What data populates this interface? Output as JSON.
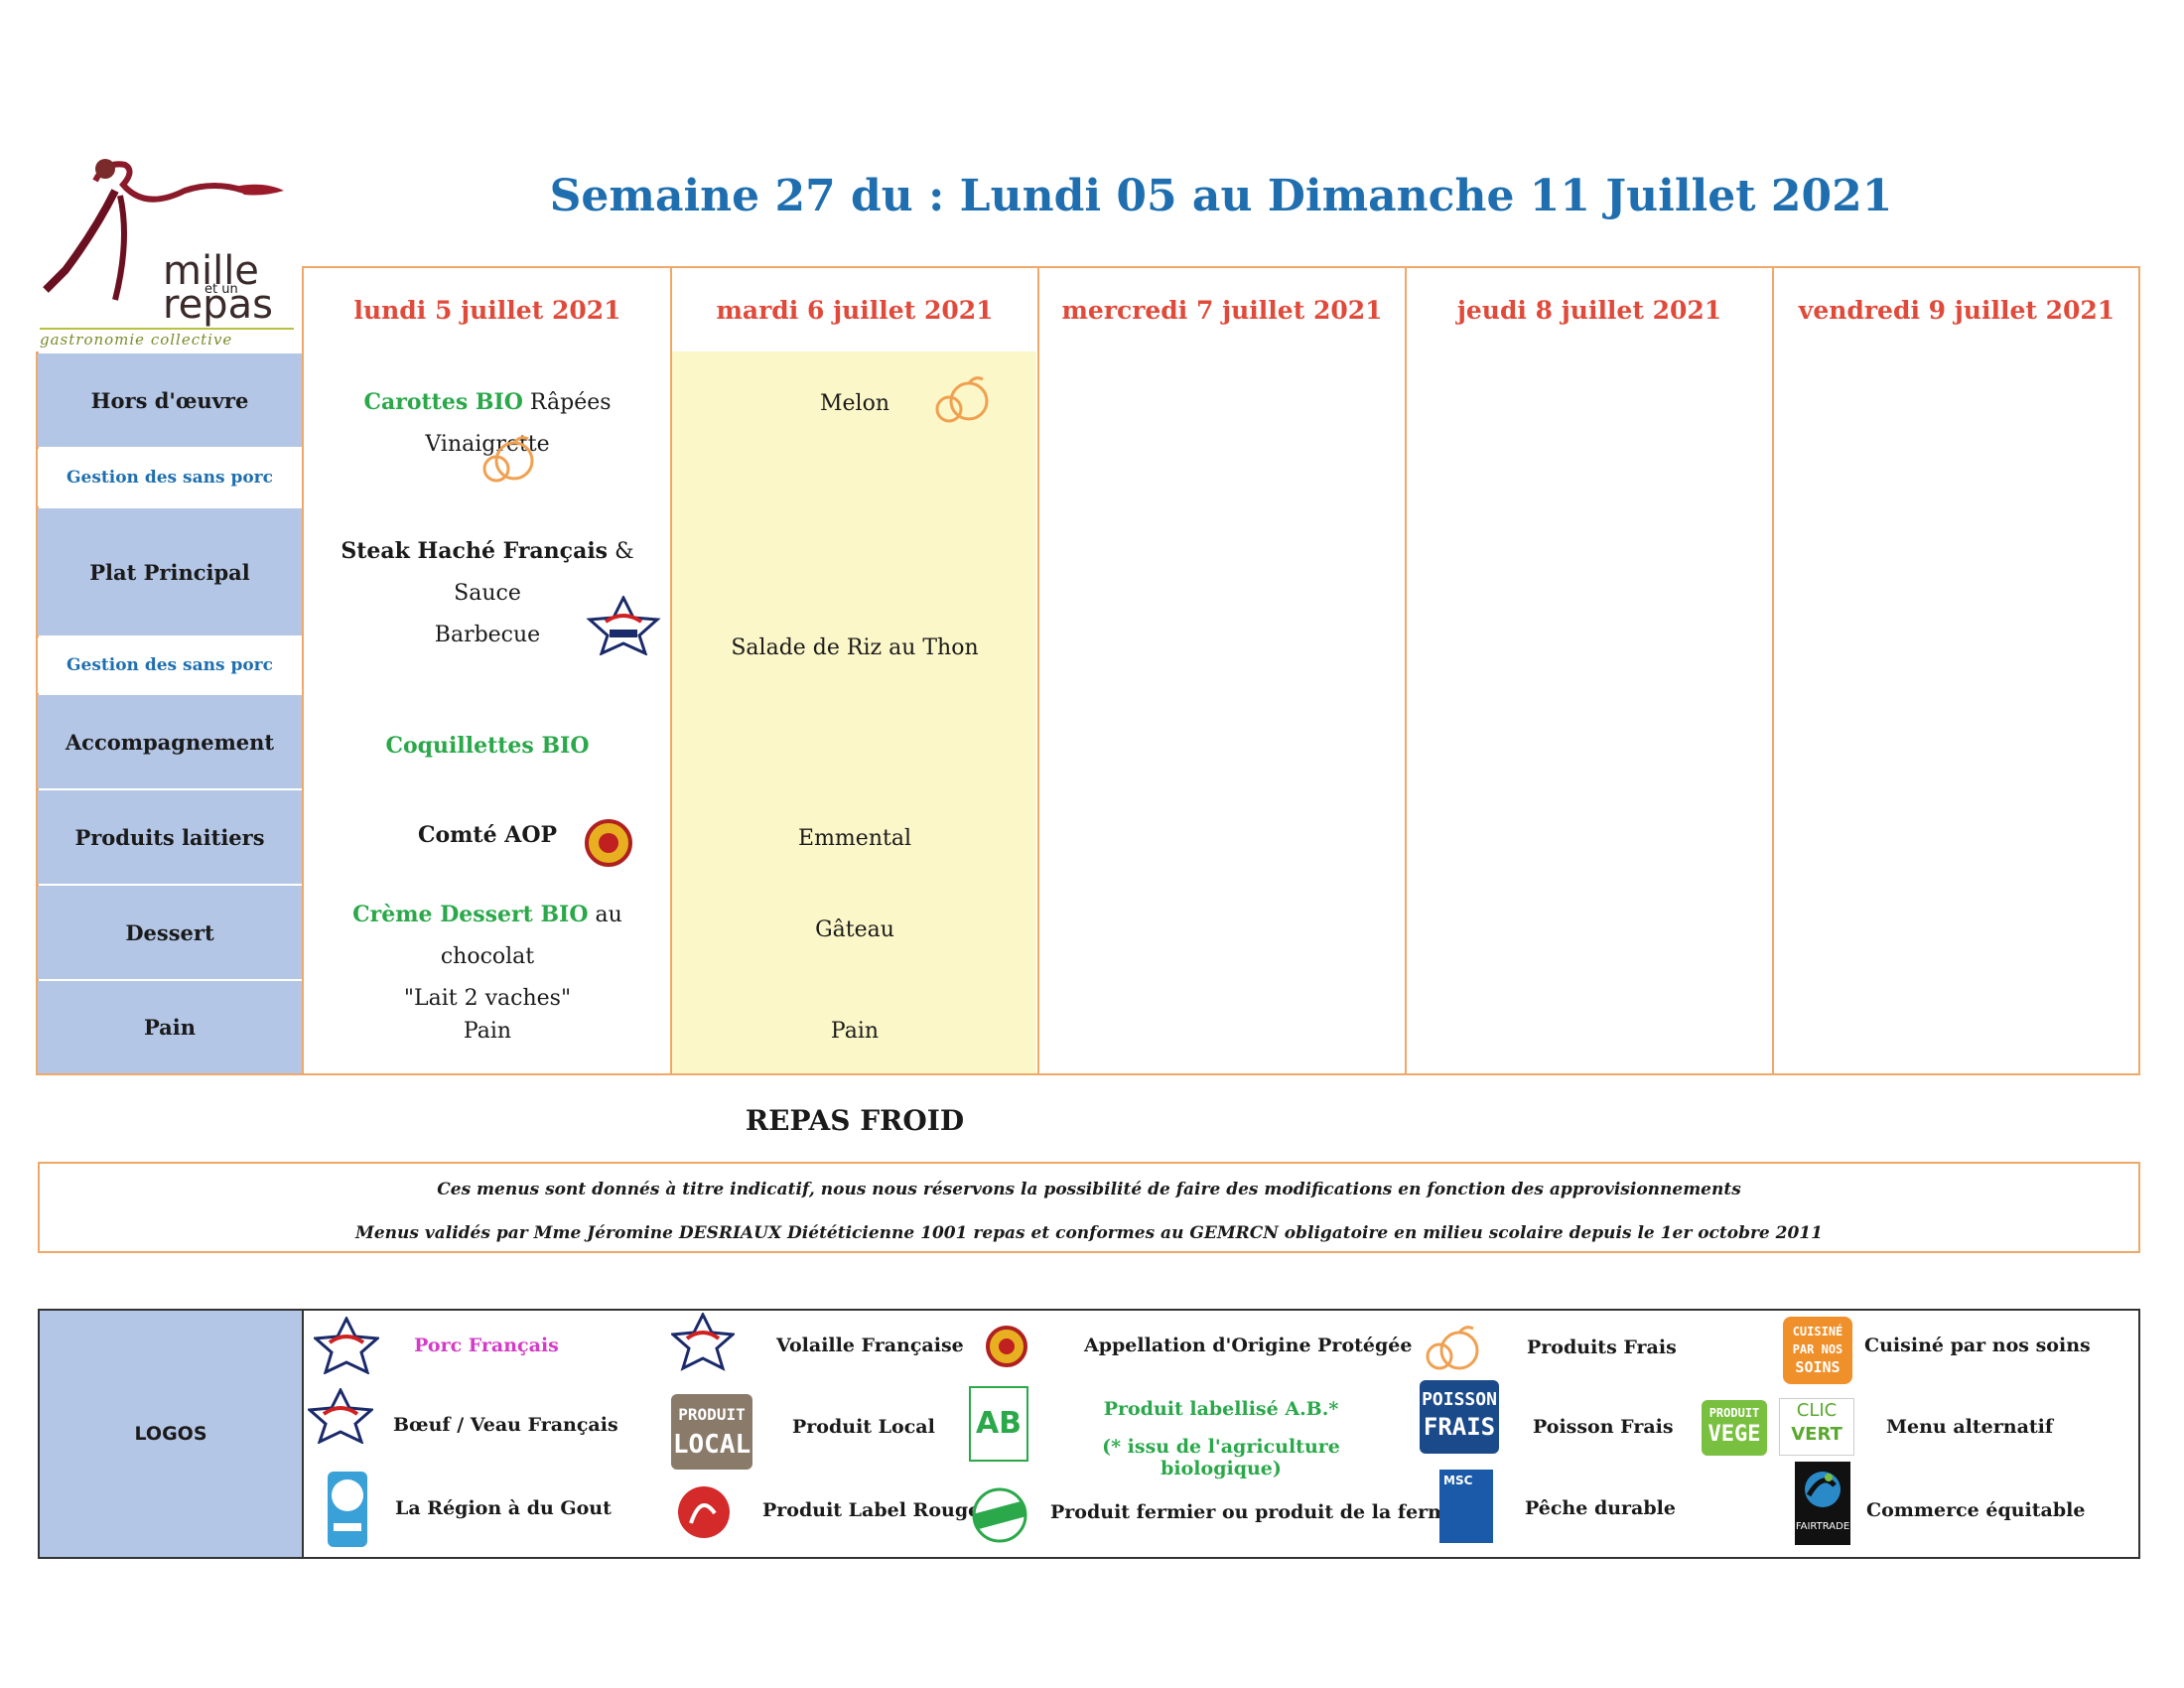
{
  "title": "Semaine 27 du : Lundi 05 au Dimanche 11 Juillet 2021",
  "brand": {
    "line1": "mille",
    "line2": "et un",
    "line3": "repas",
    "tagline": "gastronomie collective"
  },
  "days": [
    "lundi 5 juillet 2021",
    "mardi 6 juillet 2021",
    "mercredi 7 juillet 2021",
    "jeudi 8 juillet 2021",
    "vendredi 9 juillet 2021"
  ],
  "rows": {
    "hors": "Hors d'œuvre",
    "sans1": "Gestion des sans porc",
    "plat": "Plat Principal",
    "sans2": "Gestion des sans porc",
    "accomp": "Accompagnement",
    "laitiers": "Produits laitiers",
    "dessert": "Dessert",
    "pain": "Pain"
  },
  "monday": {
    "hors_bio": "Carottes BIO",
    "hors_rest": "Râpées Vinaigrette",
    "plat_bold": "Steak Haché Français",
    "plat_rest1": "& Sauce",
    "plat_rest2": "Barbecue",
    "accomp": "Coquillettes BIO",
    "laitier": "Comté AOP",
    "dessert_bio": "Crème Dessert BIO",
    "dessert_rest1": "au chocolat",
    "dessert_rest2": "\"Lait 2 vaches\"",
    "pain": "Pain"
  },
  "tuesday": {
    "hors": "Melon",
    "plat": "Salade de Riz au Thon",
    "laitier": "Emmental",
    "dessert": "Gâteau",
    "pain": "Pain"
  },
  "repas_froid": "REPAS FROID",
  "notes": [
    "Ces menus sont donnés à titre indicatif, nous nous réservons la possibilité de faire des modifications en fonction des approvisionnements",
    "Menus validés par Mme Jéromine DESRIAUX Diététicienne 1001 repas et conformes au GEMRCN obligatoire en milieu scolaire depuis le 1er octobre 2011"
  ],
  "legend": {
    "label": "LOGOS",
    "porc": "Porc Français",
    "boeuf": "Bœuf / Veau Français",
    "region": "La Région à du Gout",
    "volaille": "Volaille Française",
    "local": "Produit Local",
    "label_rouge": "Produit Label Rouge",
    "aop": "Appellation d'Origine Protégée",
    "ab1": "Produit labellisé A.B.*",
    "ab2": "(* issu de l'agriculture biologique)",
    "fermier": "Produit fermier ou produit de la ferme",
    "frais": "Produits Frais",
    "poisson": "Poisson Frais",
    "peche": "Pêche durable",
    "cuisine": "Cuisiné par nos soins",
    "alternatif": "Menu alternatif",
    "equitable": "Commerce équitable",
    "badge_local_1": "PRODUIT",
    "badge_local_2": "LOCAL",
    "badge_poisson_1": "POISSON",
    "badge_poisson_2": "FRAIS",
    "badge_vege_1": "PRODUIT",
    "badge_vege_2": "VEGE",
    "badge_cuisine_1": "CUISINÉ",
    "badge_cuisine_2": "PAR NOS",
    "badge_cuisine_3": "SOINS",
    "badge_ab": "AB",
    "badge_clic": "CLIC",
    "badge_vert": "VERT",
    "badge_msc": "MSC",
    "badge_fairtrade": "FAIRTRADE"
  },
  "colors": {
    "title": "#1f6fb0",
    "day": "#e04a3a",
    "bio": "#2aa84a",
    "label_bg": "#b4c6e6",
    "border": "#f0a868",
    "tuesday_bg": "#fbf7c8"
  }
}
